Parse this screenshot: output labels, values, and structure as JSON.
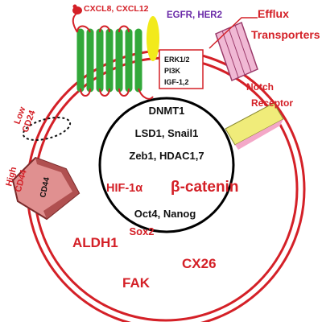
{
  "colors": {
    "membrane": "#d42027",
    "nucleus": "#000000",
    "dark_text": "#111111",
    "red_text": "#d42027",
    "purple_text": "#6a2aa8",
    "receptor_green": "#32a83a",
    "egfr_yellow": "#f2ea1b",
    "efflux_pink": "#f0b8d4",
    "cd44_pink": "#e09090",
    "notch_yellow": "#f0ec7a",
    "notch_pink": "#f4a8c8"
  },
  "labels": {
    "chemokines": "CXCL8, CXCL12",
    "egfr": "EGFR, HER2",
    "efflux_line1": "Efflux",
    "efflux_line2": "Transporters",
    "signal_box": [
      "ERK1/2",
      "PI3K",
      "IGF-1,2"
    ],
    "notch_line1": "Notch",
    "notch_line2": "Receptor",
    "low_cd24_line1": "Low",
    "low_cd24_line2": "CD24",
    "high_cd44_line1": "High",
    "high_cd44_line2": "CD44",
    "cd44_inner": "CD44"
  },
  "nucleus": {
    "lines": [
      "DNMT1",
      "LSD1, Snail1",
      "Zeb1, HDAC1,7",
      "Oct4, Nanog"
    ],
    "hif": "HIF-1α",
    "beta_catenin": "β-catenin",
    "sox2": "Sox2"
  },
  "cytoplasm": {
    "aldh1": "ALDH1",
    "fak": "FAK",
    "cx26": "CX26"
  }
}
